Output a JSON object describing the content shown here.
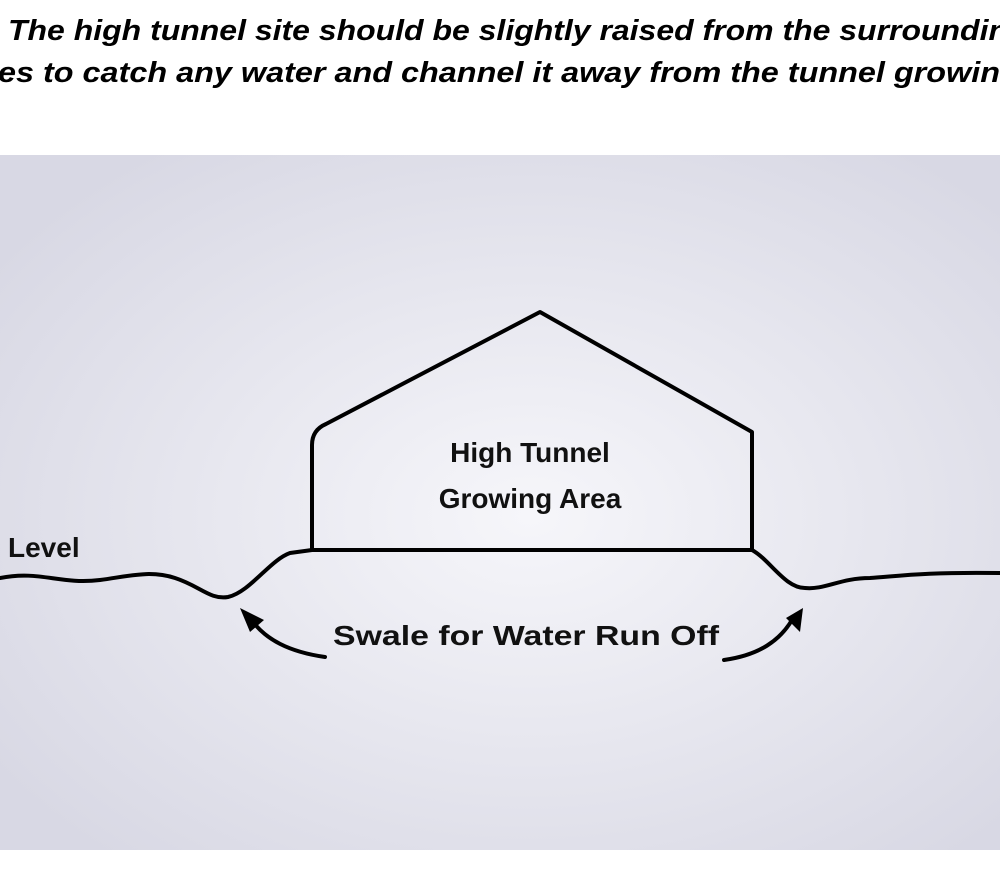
{
  "caption": {
    "line1": "The high tunnel site should be slightly raised from the surroundin",
    "line2": "es to catch any water and channel it away from the tunnel growin"
  },
  "diagram": {
    "tunnel_label_line1": "High Tunnel",
    "tunnel_label_line2": "Growing Area",
    "ground_label": "Level",
    "swale_label": "Swale for Water Run Off"
  }
}
